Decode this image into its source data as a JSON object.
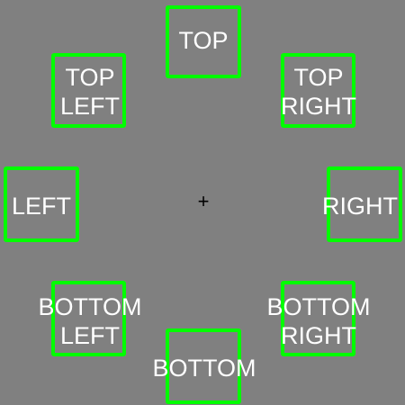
{
  "colors": {
    "background": "#808080",
    "target_border": "#00ff00",
    "label_text": "#ffffff",
    "crosshair": "#000000"
  },
  "crosshair": {
    "glyph": "+"
  },
  "targets": {
    "top": "TOP",
    "top_left": "TOP\nLEFT",
    "top_right": "TOP\nRIGHT",
    "left": "LEFT",
    "right": "RIGHT",
    "bottom_left": "BOTTOM\nLEFT",
    "bottom_right": "BOTTOM\nRIGHT",
    "bottom": "BOTTOM"
  }
}
